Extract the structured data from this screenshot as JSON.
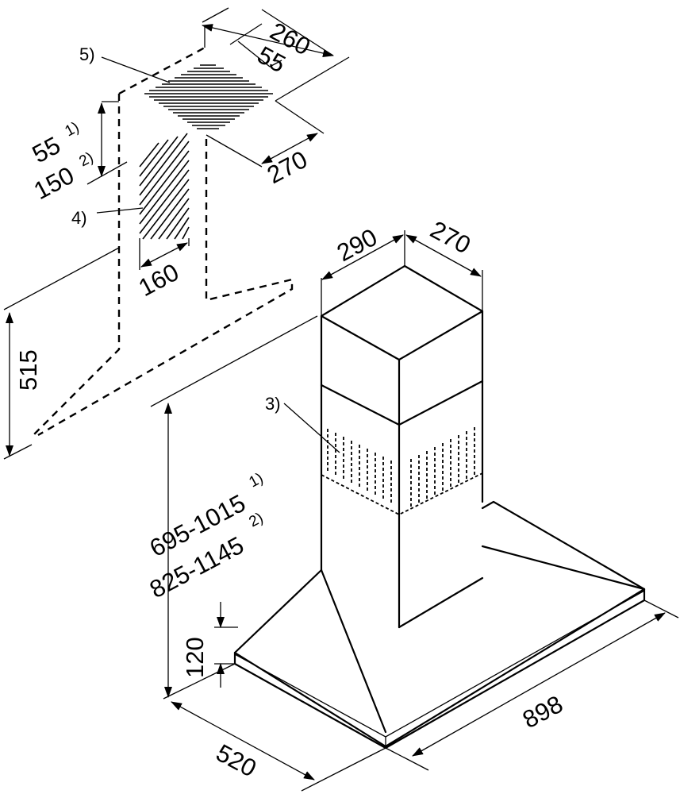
{
  "dimensions": {
    "d260": "260",
    "d55": "55",
    "d270_top": "270",
    "d55_1": "55",
    "d150_2": "150",
    "d160": "160",
    "d515": "515",
    "d290": "290",
    "d270_chimney": "270",
    "range_a": "695-1015",
    "range_b": "825-1145",
    "d120": "120",
    "d520": "520",
    "d898": "898"
  },
  "footnotes": {
    "fn1": "1)",
    "fn2": "2)"
  },
  "callouts": {
    "c3": "3)",
    "c4": "4)",
    "c5": "5)"
  }
}
